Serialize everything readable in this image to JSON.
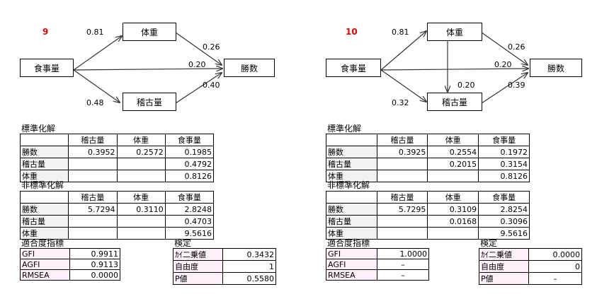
{
  "panels": [
    {
      "id": "9",
      "nodes": {
        "food": "食事量",
        "weight": "体重",
        "practice": "稽古量",
        "wins": "勝数"
      },
      "coef": {
        "food_weight": "0.81",
        "weight_wins": "0.26",
        "food_wins": "0.20",
        "practice_wins": "0.40",
        "food_practice": "0.48",
        "weight_practice": ""
      },
      "std": {
        "title": "標準化解",
        "cols": [
          "稽古量",
          "体重",
          "食事量"
        ],
        "rows": [
          {
            "label": "勝数",
            "v": [
              "0.3952",
              "0.2572",
              "0.1985"
            ]
          },
          {
            "label": "稽古量",
            "v": [
              "",
              "",
              "0.4792"
            ]
          },
          {
            "label": "体重",
            "v": [
              "",
              "",
              "0.8126"
            ]
          }
        ]
      },
      "unstd": {
        "title": "非標準化解",
        "cols": [
          "稽古量",
          "体重",
          "食事量"
        ],
        "rows": [
          {
            "label": "勝数",
            "v": [
              "5.7294",
              "0.3110",
              "2.8248"
            ]
          },
          {
            "label": "稽古量",
            "v": [
              "",
              "",
              "0.4703"
            ]
          },
          {
            "label": "体重",
            "v": [
              "",
              "",
              "9.5616"
            ]
          }
        ]
      },
      "fit": {
        "title": "適合度指標",
        "rows": [
          {
            "label": "GFI",
            "v": "0.9911"
          },
          {
            "label": "AGFI",
            "v": "0.9113"
          },
          {
            "label": "RMSEA",
            "v": "0.0000"
          }
        ]
      },
      "test": {
        "title": "検定",
        "rows": [
          {
            "label": "ｶｲ二乗値",
            "v": "0.3432"
          },
          {
            "label": "自由度",
            "v": "1"
          },
          {
            "label": "P値",
            "v": "0.5580"
          }
        ]
      }
    },
    {
      "id": "10",
      "nodes": {
        "food": "食事量",
        "weight": "体重",
        "practice": "稽古量",
        "wins": "勝数"
      },
      "coef": {
        "food_weight": "0.81",
        "weight_wins": "0.26",
        "food_wins": "0.20",
        "practice_wins": "0.39",
        "food_practice": "0.32",
        "weight_practice": "0.20"
      },
      "std": {
        "title": "標準化解",
        "cols": [
          "稽古量",
          "体重",
          "食事量"
        ],
        "rows": [
          {
            "label": "勝数",
            "v": [
              "0.3925",
              "0.2554",
              "0.1972"
            ]
          },
          {
            "label": "稽古量",
            "v": [
              "",
              "0.2015",
              "0.3154"
            ]
          },
          {
            "label": "体重",
            "v": [
              "",
              "",
              "0.8126"
            ]
          }
        ]
      },
      "unstd": {
        "title": "非標準化解",
        "cols": [
          "稽古量",
          "体重",
          "食事量"
        ],
        "rows": [
          {
            "label": "勝数",
            "v": [
              "5.7295",
              "0.3109",
              "2.8254"
            ]
          },
          {
            "label": "稽古量",
            "v": [
              "",
              "0.0168",
              "0.3096"
            ]
          },
          {
            "label": "体重",
            "v": [
              "",
              "",
              "9.5616"
            ]
          }
        ]
      },
      "fit": {
        "title": "適合度指標",
        "rows": [
          {
            "label": "GFI",
            "v": "1.0000"
          },
          {
            "label": "AGFI",
            "v": "–"
          },
          {
            "label": "RMSEA",
            "v": "–"
          }
        ]
      },
      "test": {
        "title": "検定",
        "rows": [
          {
            "label": "ｶｲ二乗値",
            "v": "0.0000"
          },
          {
            "label": "自由度",
            "v": "0"
          },
          {
            "label": "P値",
            "v": "–"
          }
        ]
      }
    }
  ]
}
